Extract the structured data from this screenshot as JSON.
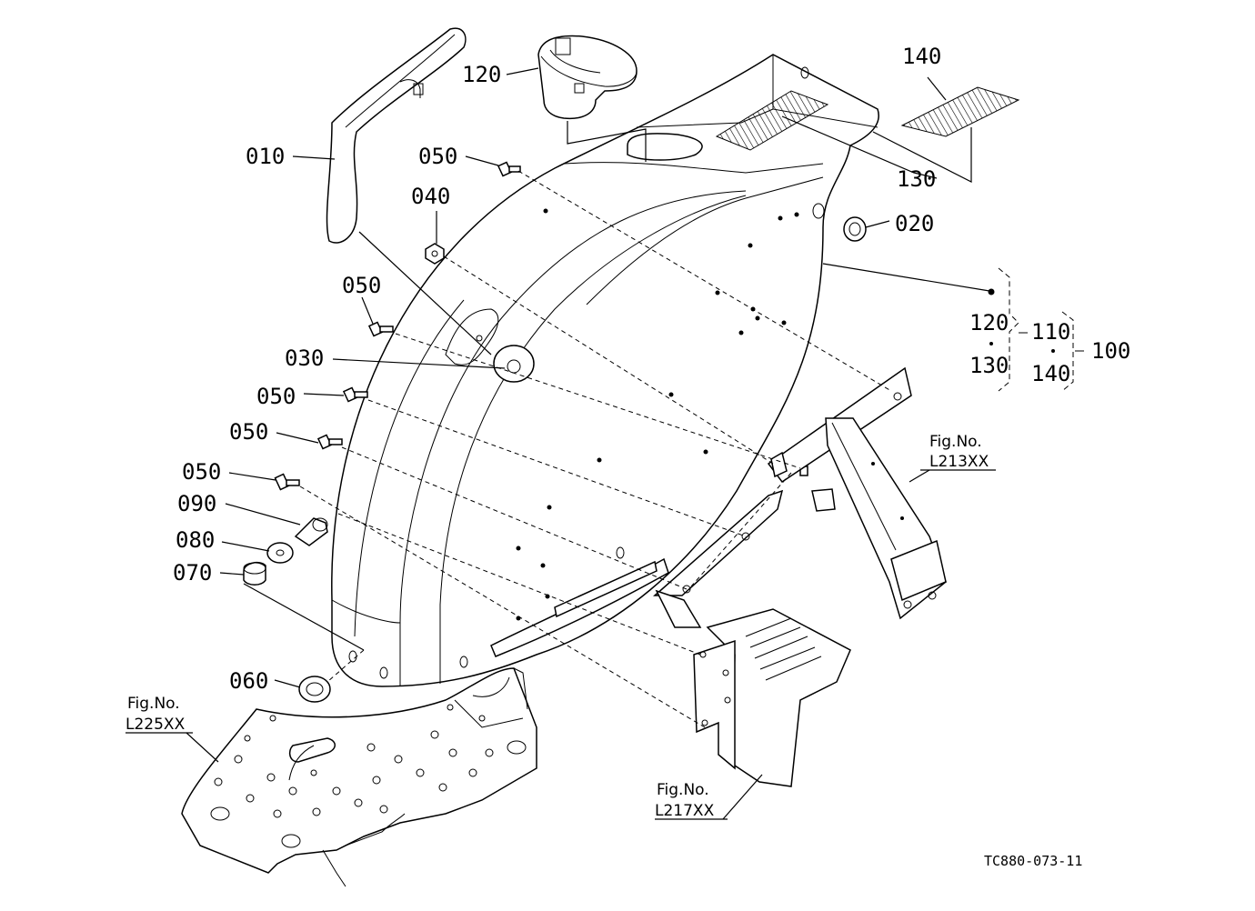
{
  "parts": {
    "p010": "010",
    "p020": "020",
    "p030": "030",
    "p040": "040",
    "p050a": "050",
    "p050b": "050",
    "p050c": "050",
    "p050d": "050",
    "p050e": "050",
    "p060": "060",
    "p070": "070",
    "p080": "080",
    "p090": "090",
    "p100": "100",
    "p110": "110",
    "p120a": "120",
    "p120b": "120",
    "p130a": "130",
    "p130b": "130",
    "p140a": "140",
    "p140b": "140"
  },
  "figs": {
    "l213": {
      "title": "Fig.No.",
      "number": "L213XX"
    },
    "l225": {
      "title": "Fig.No.",
      "number": "L225XX"
    },
    "l217": {
      "title": "Fig.No.",
      "number": "L217XX"
    }
  },
  "reference": "TC880-073-11"
}
